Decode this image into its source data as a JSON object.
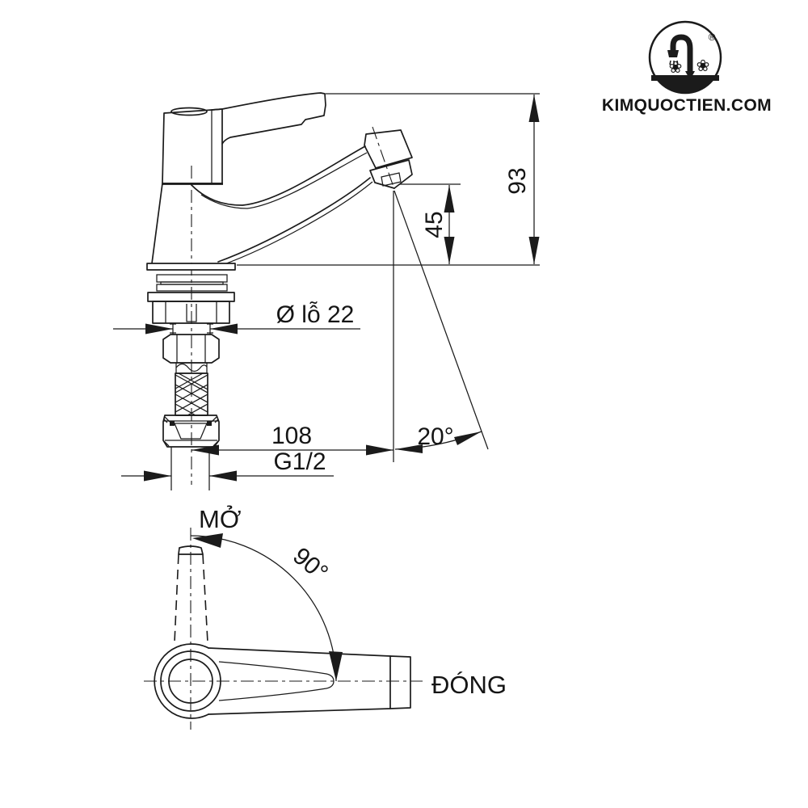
{
  "drawing": {
    "title": "Faucet technical dimension drawing",
    "ink_color": "#1b1b1b",
    "background_color": "#ffffff"
  },
  "logo": {
    "text": "KIMQUOCTIEN.COM",
    "registered_mark": "®",
    "flower_icon": "❀"
  },
  "dimensions": {
    "height_total": "93",
    "spout_height": "45",
    "hole_diameter": "Ø lỗ 22",
    "reach": "108",
    "thread": "G1/2",
    "spout_angle": "20°",
    "handle_rotation": "90°"
  },
  "labels": {
    "open": "MỞ",
    "close": "ĐÓNG"
  }
}
